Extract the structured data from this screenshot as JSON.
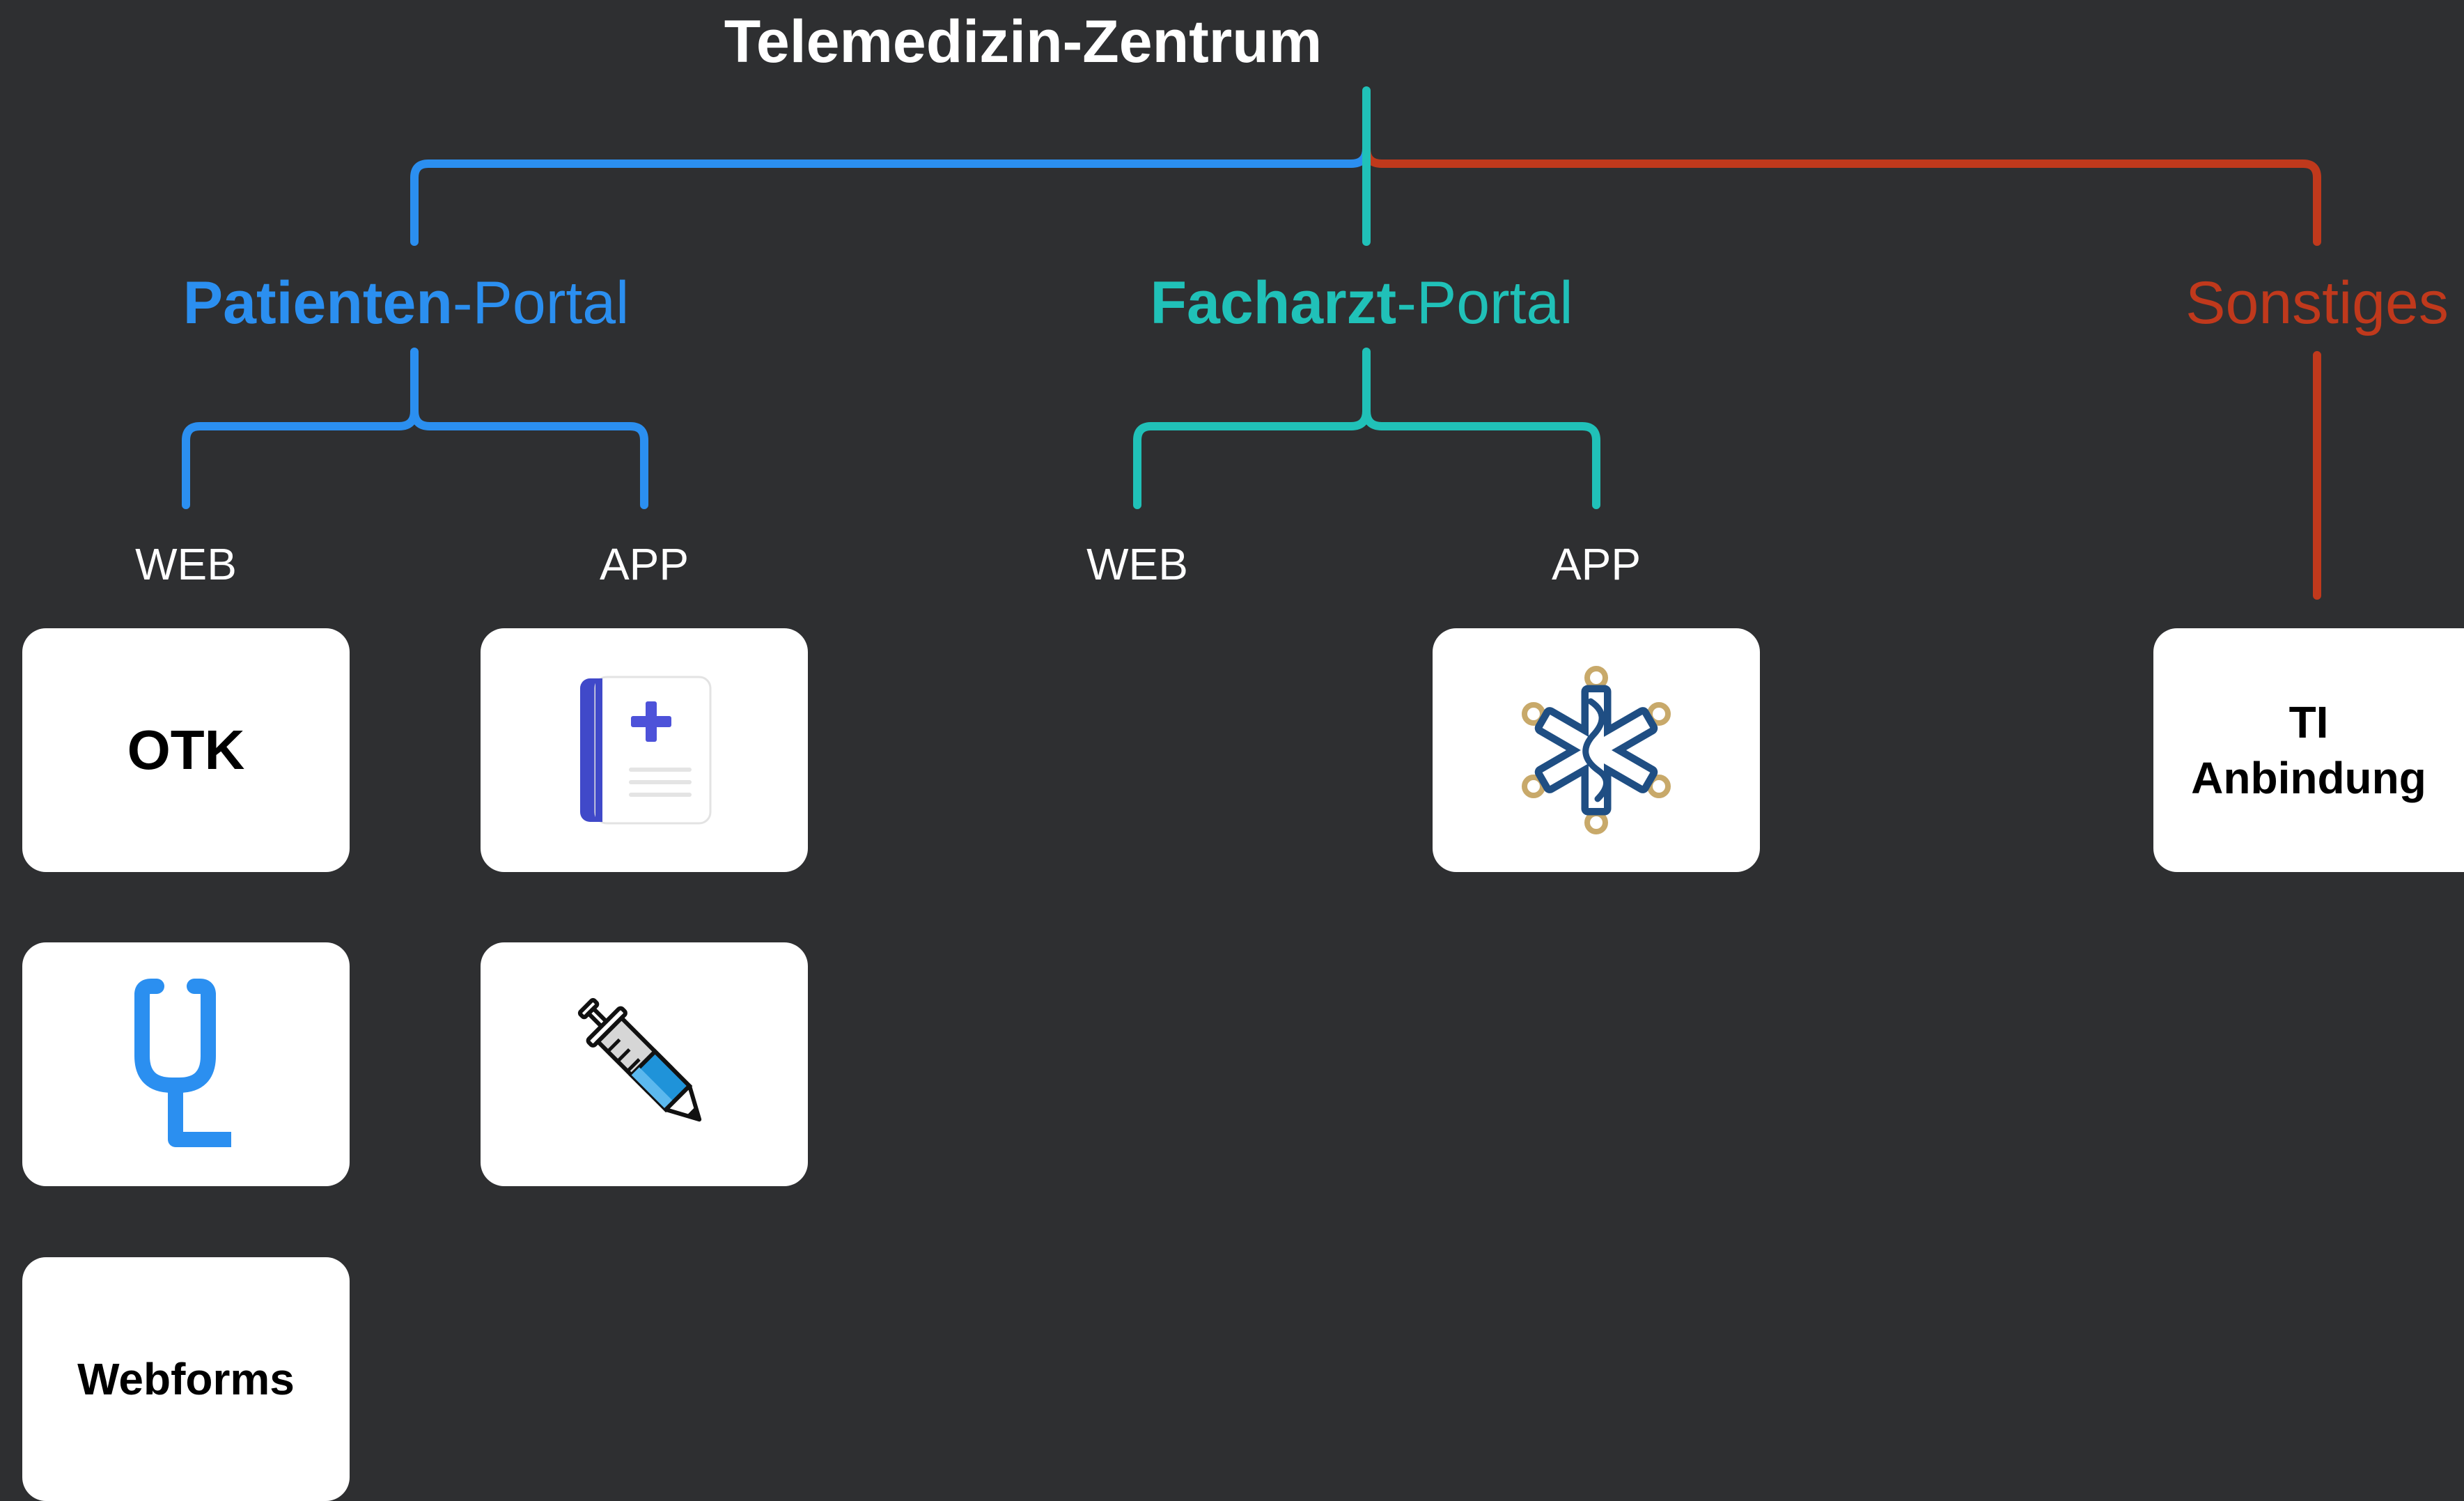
{
  "title": "Telemedizin-Zentrum",
  "colors": {
    "background": "#2e2f31",
    "patient": "#2b8ff0",
    "facharzt": "#20c1b8",
    "other": "#c0391c",
    "card": "#ffffff",
    "syringe_blue": "#1f93d9",
    "book_blue": "#4049c9",
    "star_navy": "#1f4e83",
    "star_gold": "#c8a96a"
  },
  "branches": {
    "patient": {
      "strong": "Patienten",
      "rest": "-Portal",
      "web_label": "WEB",
      "app_label": "APP"
    },
    "facharzt": {
      "strong": "Facharzt",
      "rest": "-Portal",
      "web_label": "WEB",
      "app_label": "APP"
    },
    "other": {
      "label": "Sonstiges"
    }
  },
  "cards": {
    "otk": "OTK",
    "webforms": "Webforms",
    "ti_line1": "TI",
    "ti_line2": "Anbindung",
    "icons": {
      "medical_book": "medical-book-icon",
      "stethoscope": "stethoscope-icon",
      "syringe_pen": "syringe-pen-icon",
      "star_of_life": "star-of-life-network-icon"
    }
  }
}
